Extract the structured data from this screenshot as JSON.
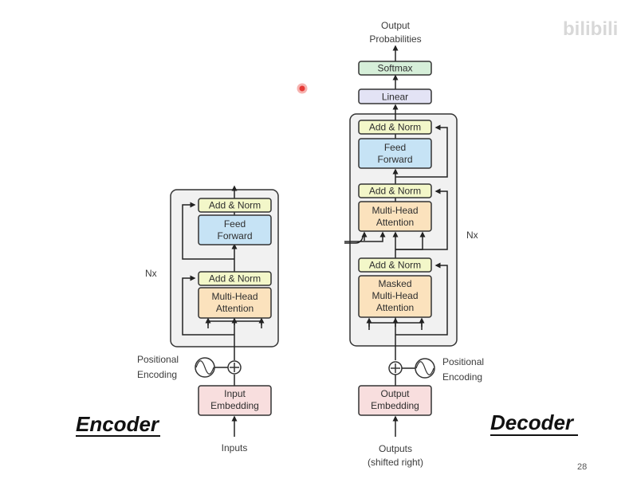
{
  "encoder": {
    "title": "Encoder",
    "add_norm_top": "Add & Norm",
    "feed_forward_l1": "Feed",
    "feed_forward_l2": "Forward",
    "add_norm_bottom": "Add & Norm",
    "mha_l1": "Multi-Head",
    "mha_l2": "Attention",
    "nx": "Nx",
    "pos_enc_l1": "Positional",
    "pos_enc_l2": "Encoding",
    "emb_l1": "Input",
    "emb_l2": "Embedding",
    "input": "Inputs"
  },
  "decoder": {
    "title": "Decoder",
    "output_l1": "Output",
    "output_l2": "Probabilities",
    "softmax": "Softmax",
    "linear": "Linear",
    "add_norm_top": "Add & Norm",
    "feed_forward_l1": "Feed",
    "feed_forward_l2": "Forward",
    "add_norm_mid": "Add & Norm",
    "mha_l1": "Multi-Head",
    "mha_l2": "Attention",
    "nx": "Nx",
    "add_norm_bottom": "Add & Norm",
    "masked_l1": "Masked",
    "masked_l2": "Multi-Head",
    "masked_l3": "Attention",
    "pos_enc_l1": "Positional",
    "pos_enc_l2": "Encoding",
    "emb_l1": "Output",
    "emb_l2": "Embedding",
    "input_l1": "Outputs",
    "input_l2": "(shifted right)"
  },
  "page_number": "28",
  "watermark": "bilibili",
  "colors": {
    "add_norm": "#f3f7c9",
    "feed_forward": "#c6e3f5",
    "attention": "#fbe2bd",
    "embedding": "#f8dede",
    "softmax": "#d6efd9",
    "linear": "#e3e3f5",
    "stack_bg": "#f1f1f1",
    "cursor": "#e53935"
  }
}
